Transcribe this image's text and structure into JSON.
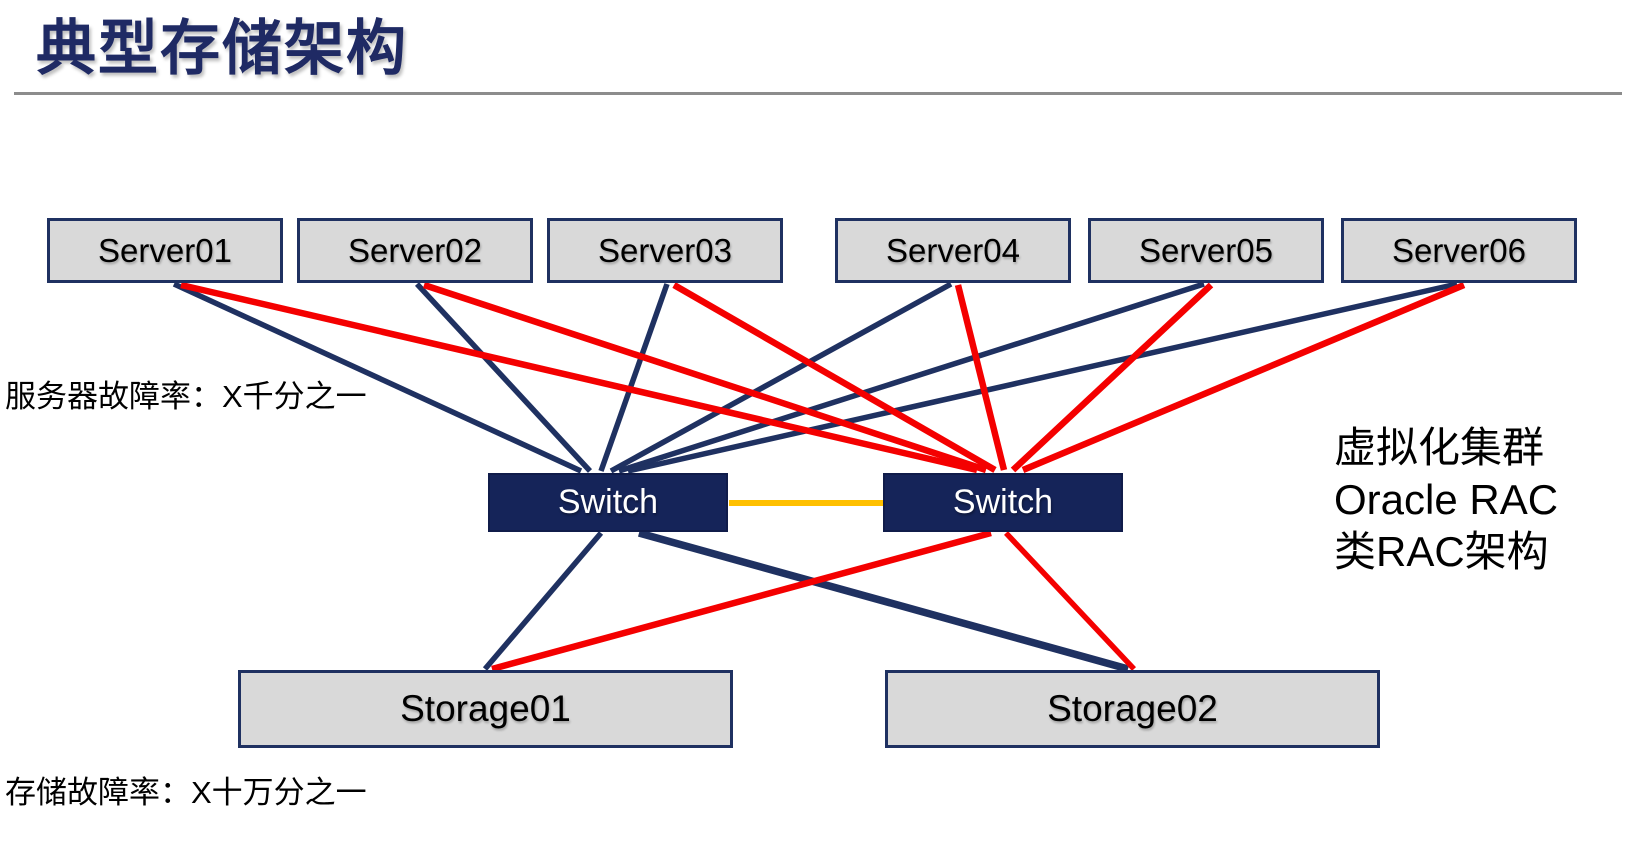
{
  "title": "典型存储架构",
  "nodes": {
    "servers": [
      {
        "id": "server01",
        "label": "Server01"
      },
      {
        "id": "server02",
        "label": "Server02"
      },
      {
        "id": "server03",
        "label": "Server03"
      },
      {
        "id": "server04",
        "label": "Server04"
      },
      {
        "id": "server05",
        "label": "Server05"
      },
      {
        "id": "server06",
        "label": "Server06"
      }
    ],
    "switches": [
      {
        "id": "switch1",
        "label": "Switch"
      },
      {
        "id": "switch2",
        "label": "Switch"
      }
    ],
    "storages": [
      {
        "id": "storage01",
        "label": "Storage01"
      },
      {
        "id": "storage02",
        "label": "Storage02"
      }
    ]
  },
  "annotations": {
    "server_failure_note": "服务器故障率：X千分之一",
    "storage_failure_note": "存储故障率：X十万分之一",
    "cluster_note_lines": [
      "虚拟化集群",
      "Oracle RAC",
      "类RAC架构"
    ]
  },
  "connections": [
    {
      "from": "server01",
      "to": "switch1",
      "type": "primary"
    },
    {
      "from": "server02",
      "to": "switch1",
      "type": "primary"
    },
    {
      "from": "server03",
      "to": "switch1",
      "type": "primary"
    },
    {
      "from": "server04",
      "to": "switch1",
      "type": "primary"
    },
    {
      "from": "server05",
      "to": "switch1",
      "type": "primary"
    },
    {
      "from": "server06",
      "to": "switch1",
      "type": "primary"
    },
    {
      "from": "server01",
      "to": "switch2",
      "type": "secondary"
    },
    {
      "from": "server02",
      "to": "switch2",
      "type": "secondary"
    },
    {
      "from": "server03",
      "to": "switch2",
      "type": "secondary"
    },
    {
      "from": "server04",
      "to": "switch2",
      "type": "secondary"
    },
    {
      "from": "server05",
      "to": "switch2",
      "type": "secondary"
    },
    {
      "from": "server06",
      "to": "switch2",
      "type": "secondary"
    },
    {
      "from": "switch1",
      "to": "switch2",
      "type": "interlink"
    },
    {
      "from": "switch1",
      "to": "storage01",
      "type": "primary"
    },
    {
      "from": "switch1",
      "to": "storage02",
      "type": "primary"
    },
    {
      "from": "switch2",
      "to": "storage01",
      "type": "secondary"
    },
    {
      "from": "switch2",
      "to": "storage02",
      "type": "secondary"
    }
  ],
  "link_colors": {
    "primary": "#1F3161",
    "secondary": "#F40000",
    "interlink": "#FFC000"
  },
  "colors": {
    "title": "#1F2A64",
    "node_fill": "#D9D9D9",
    "node_border": "#1F3161",
    "switch_fill": "#152459",
    "switch_text": "#FFFFFF",
    "divider": "#8C8C8C",
    "background": "#FFFFFF"
  }
}
